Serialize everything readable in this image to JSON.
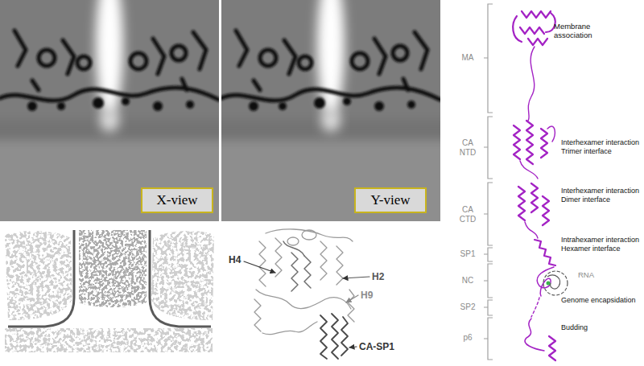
{
  "diagram": {
    "nodes": [
      {
        "text": [
          "X-view"
        ]
      },
      {
        "text": [
          "Y-view"
        ]
      }
    ],
    "labels": [
      "H4",
      "H2",
      "H9",
      "CA-SP1",
      "MA",
      "Membrane association",
      "CA NTD",
      "Interhexamer interaction Trimer interface",
      "CA CTD",
      "Interhexamer interaction Dimer interface",
      "SP1",
      "Intrahexamer interaction Hexamer interface",
      "RNA",
      "NC",
      "Genome encapsidation",
      "SP2",
      "p6",
      "Budding"
    ]
  }
}
